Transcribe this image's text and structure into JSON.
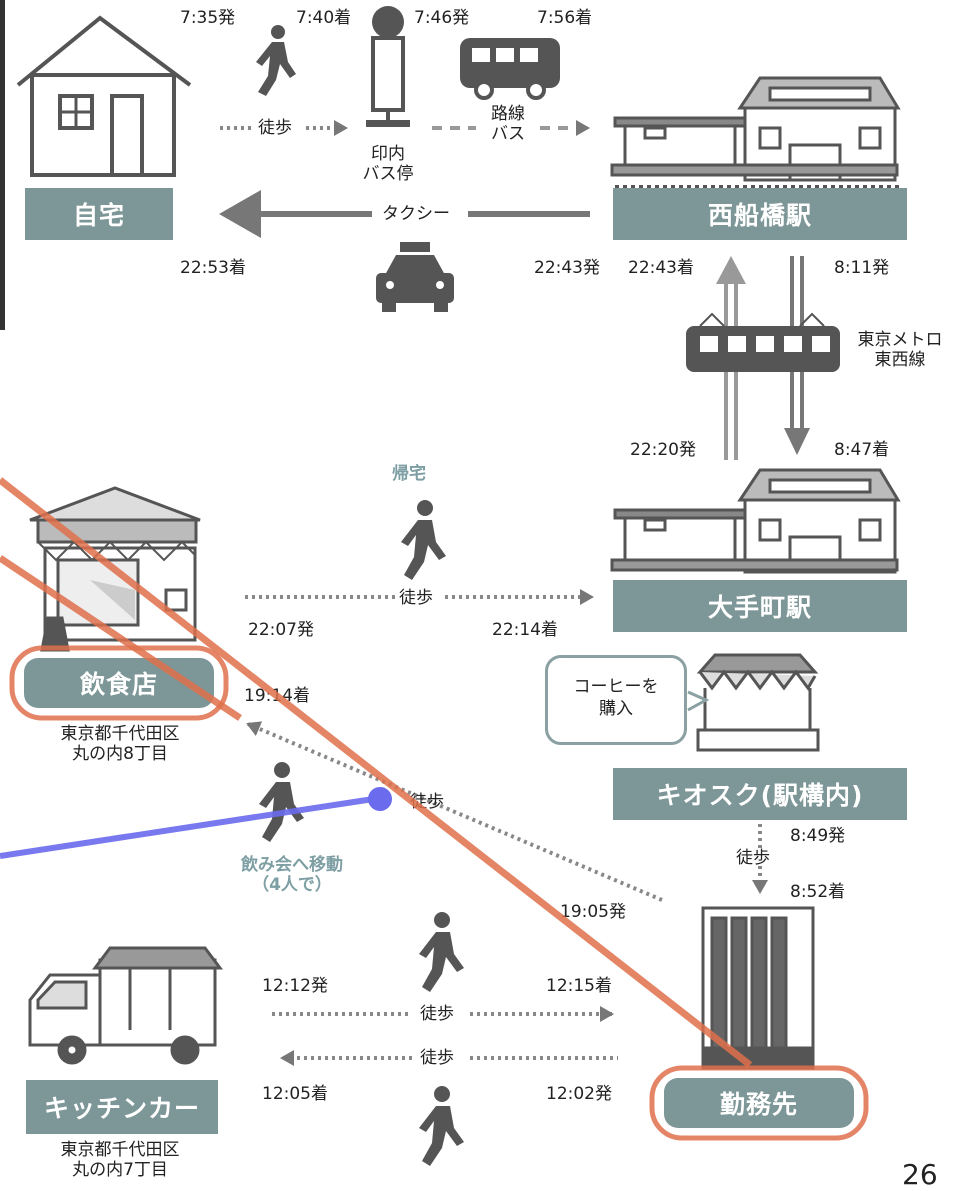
{
  "places": {
    "home": "自宅",
    "nishifunabashi": "西船橋駅",
    "otemachi": "大手町駅",
    "kiosk": "キオスク(駅構内)",
    "restaurant": "飲食店",
    "kitchen_car": "キッチンカー",
    "office": "勤務先"
  },
  "addresses": {
    "restaurant": [
      "東京都千代田区",
      "丸の内8丁目"
    ],
    "kitchen_car": [
      "東京都千代田区",
      "丸の内7丁目"
    ]
  },
  "bus_stop": [
    "印内",
    "バス停"
  ],
  "modes": {
    "walk": "徒歩",
    "route_bus": [
      "路線",
      "バス"
    ],
    "taxi": "タクシー",
    "metro": [
      "東京メトロ",
      "東西線"
    ],
    "return_home": "帰宅",
    "to_party": [
      "飲み会へ移動",
      "（4人で）"
    ]
  },
  "bubble": [
    "コーヒーを",
    "購入"
  ],
  "times": {
    "home_dep": "7:35発",
    "busstop_arr": "7:40着",
    "bus_dep": "7:46発",
    "nishi_arr": "7:56着",
    "metro_dep": "8:11発",
    "otemachi_arr": "8:47着",
    "kiosk_dep": "8:49発",
    "office_arr": "8:52着",
    "office_lunch_dep": "12:02発",
    "kc_arr": "12:05着",
    "kc_dep": "12:12発",
    "office_lunch_arr": "12:15着",
    "office_evening_dep": "19:05発",
    "rest_arr": "19:14着",
    "rest_dep": "22:07発",
    "otemachi_ret_arr": "22:14着",
    "otemachi_ret_dep": "22:20発",
    "nishi_ret_arr": "22:43着",
    "taxi_dep": "22:43発",
    "home_ret_arr": "22:53着"
  },
  "page_number": "26",
  "colors": {
    "label_bg": "#7d9697",
    "highlight": "#e0704c",
    "annotation_blue": "#6b6bee",
    "icon_gray": "#555555"
  }
}
